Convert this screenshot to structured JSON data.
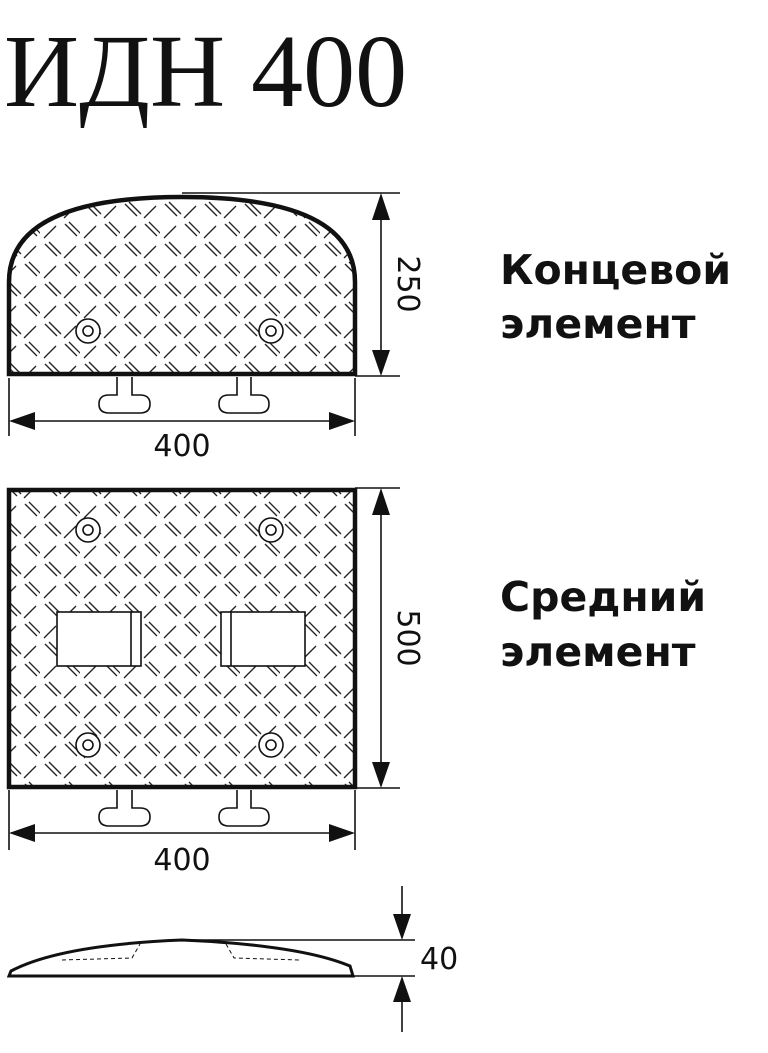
{
  "title": "ИДН 400",
  "end_element": {
    "label_line1": "Концевой",
    "label_line2": "элемент",
    "width": "400",
    "depth": "250"
  },
  "middle_element": {
    "label_line1": "Средний",
    "label_line2": "элемент",
    "width": "400",
    "depth": "500"
  },
  "profile": {
    "height": "40"
  },
  "colors": {
    "line": "#111111",
    "background": "#ffffff"
  }
}
